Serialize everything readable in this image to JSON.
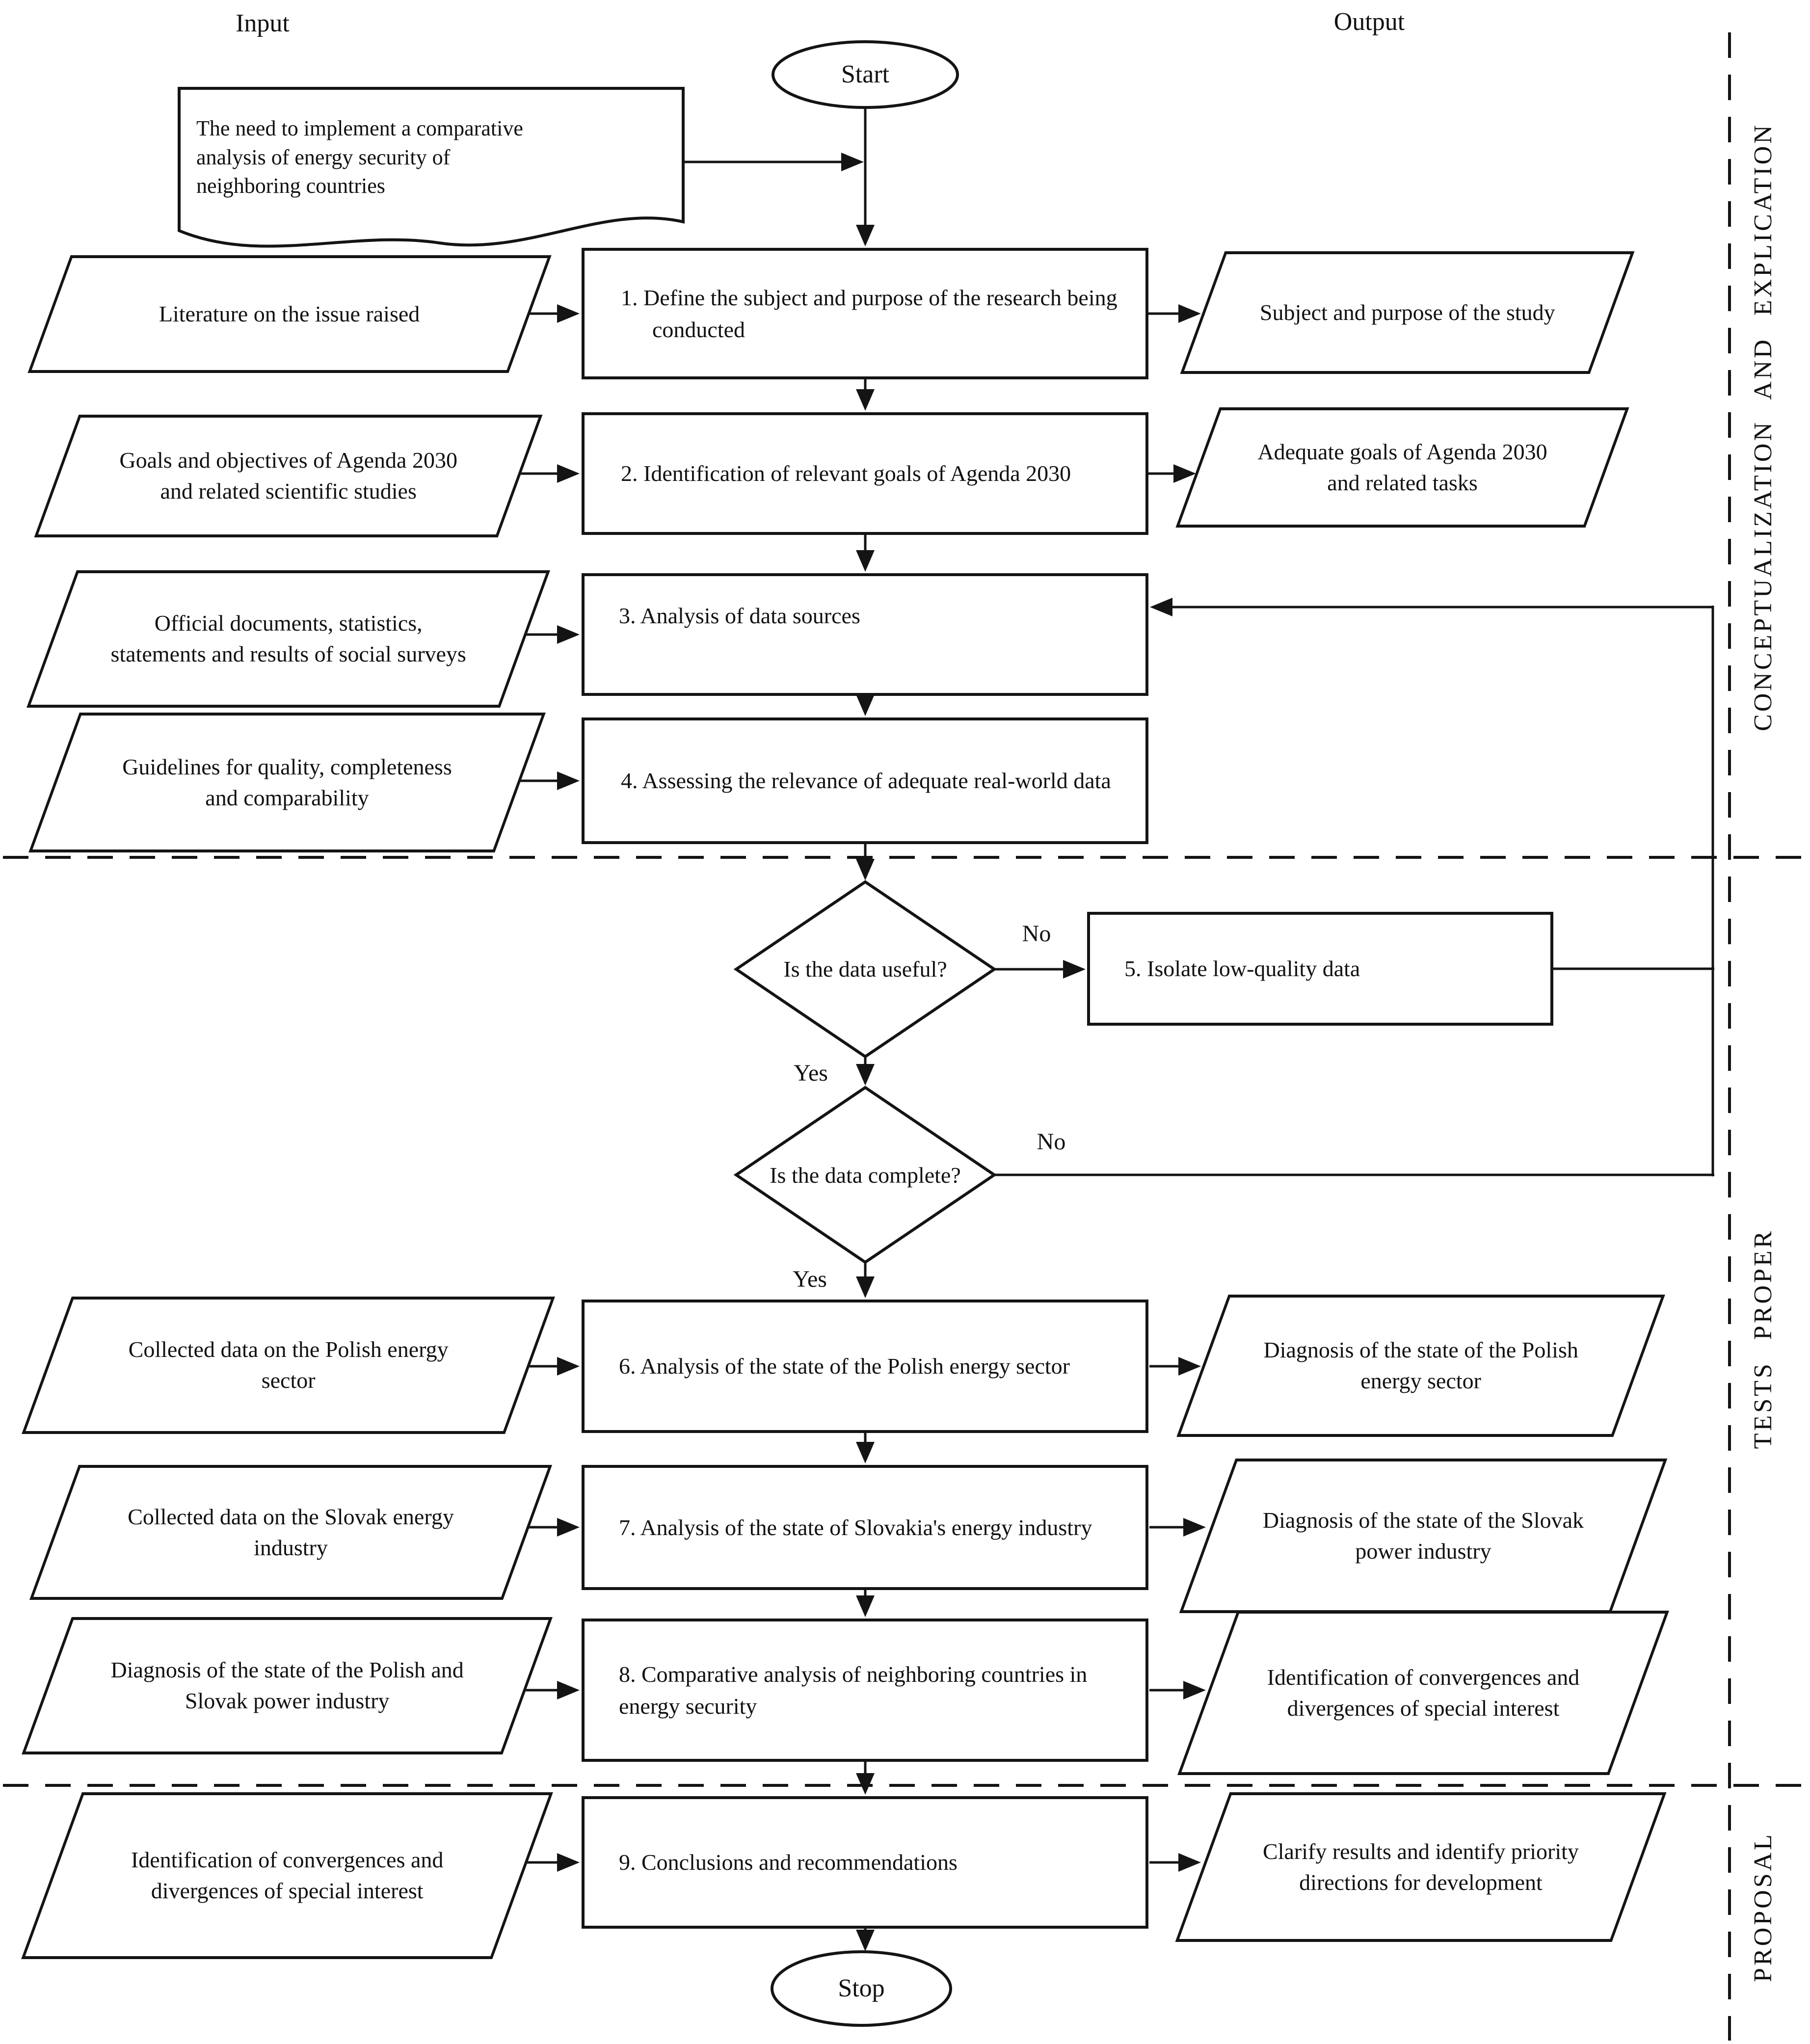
{
  "diagram": {
    "title_labels": {
      "input": "Input",
      "output": "Output"
    },
    "terminals": {
      "start": "Start",
      "stop": "Stop"
    },
    "stage_labels": [
      "CONCEPTUALIZATION AND EXPLICATION",
      "TESTS PROPER",
      "PROPOSAL"
    ],
    "document_note": "The need to implement a comparative analysis of energy security of neighboring countries",
    "processes": [
      "1. Define the subject and purpose of the research being conducted",
      "2. Identification of relevant goals of Agenda 2030",
      "3. Analysis of data sources",
      "4. Assessing the relevance of adequate real-world data",
      "5. Isolate low-quality data",
      "6. Analysis of the state of the Polish energy sector",
      "7. Analysis of the state of Slovakia's energy industry",
      "8. Comparative analysis of neighboring countries in energy security",
      "9. Conclusions and recommendations"
    ],
    "inputs": [
      "Literature on the issue raised",
      "Goals and objectives of Agenda 2030 and related scientific studies",
      "Official documents, statistics, statements and results of social surveys",
      "Guidelines for quality, completeness and comparability",
      "Collected data on the Polish energy sector",
      "Collected data on the Slovak energy industry",
      "Diagnosis of the state of the Polish and Slovak power industry",
      "Identification of convergences and divergences of special interest"
    ],
    "outputs": [
      "Subject and purpose of the study",
      "Adequate goals of Agenda 2030 and related tasks",
      "Diagnosis of the state of the Polish energy sector",
      "Diagnosis of the state of the Slovak power industry",
      "Identification of convergences and divergences of special interest",
      "Clarify results and identify priority directions for development"
    ],
    "decisions": [
      {
        "question": "Is the data useful?",
        "yes": "Yes",
        "no": "No"
      },
      {
        "question": "Is the data complete?",
        "yes": "Yes",
        "no": "No"
      }
    ],
    "line_color": "#141414"
  }
}
